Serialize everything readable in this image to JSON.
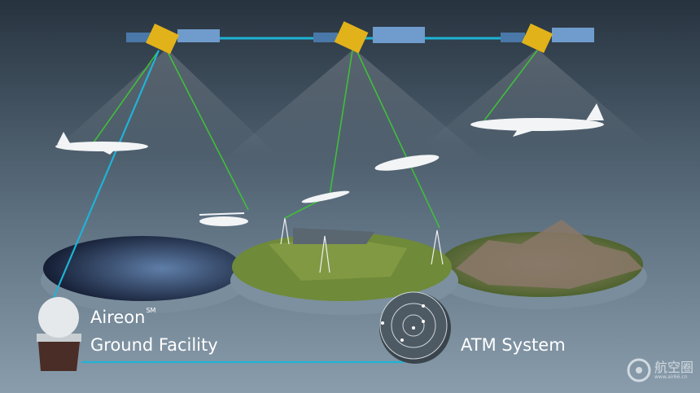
{
  "labels": {
    "ground_facility_brand": "Aireon",
    "ground_facility_mark": "SM",
    "ground_facility_name": "Ground Facility",
    "atm_system": "ATM System"
  },
  "watermark": {
    "name": "航空圈",
    "url": "www.air66.cn"
  },
  "colors": {
    "uplink": "#1fb3d6",
    "downlink": "#3fbf3a",
    "bg_top": "#27333f",
    "bg_bottom": "#8599a8"
  }
}
